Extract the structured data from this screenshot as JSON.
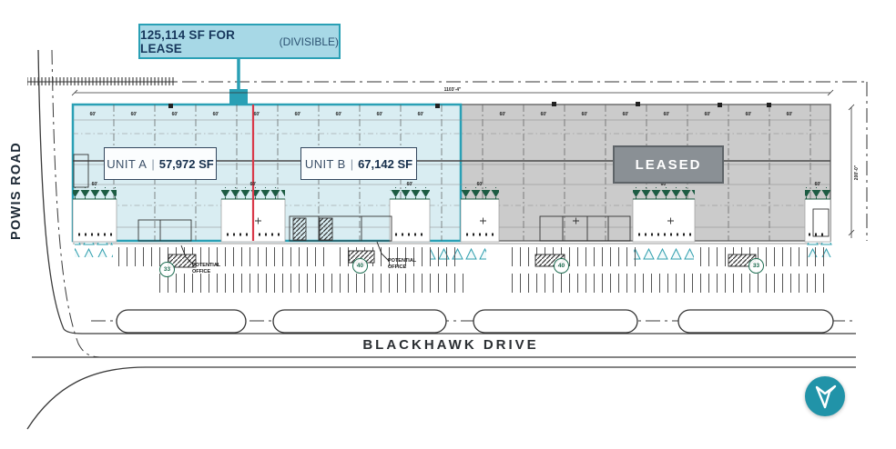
{
  "callout": {
    "label": "125,114 SF FOR LEASE",
    "sub": "(DIVISIBLE)"
  },
  "roads": {
    "left": "POWIS ROAD",
    "bottom": "BLACKHAWK DRIVE"
  },
  "units": [
    {
      "name": "UNIT A",
      "sep": "|",
      "size": "57,972 SF"
    },
    {
      "name": "UNIT B",
      "sep": "|",
      "size": "67,142 SF"
    }
  ],
  "leased_label": "LEASED",
  "parking": {
    "counts": [
      "33",
      "40",
      "40",
      "33"
    ],
    "potential_office_line1": "POTENTIAL",
    "potential_office_line2": "OFFICE"
  },
  "dims": {
    "overall": "1103'-4\"",
    "depth": "200'-0\"",
    "bay": "60'",
    "dock": "60'"
  },
  "colors": {
    "accent_teal": "#2aa0b5",
    "for_lease_fill": "#d9edf2",
    "leased_fill": "#cbcbcb",
    "leased_box": "#8a9095",
    "demising_line": "#d93a4a",
    "tree_green": "#1d5c43",
    "navy_text": "#17375c"
  }
}
